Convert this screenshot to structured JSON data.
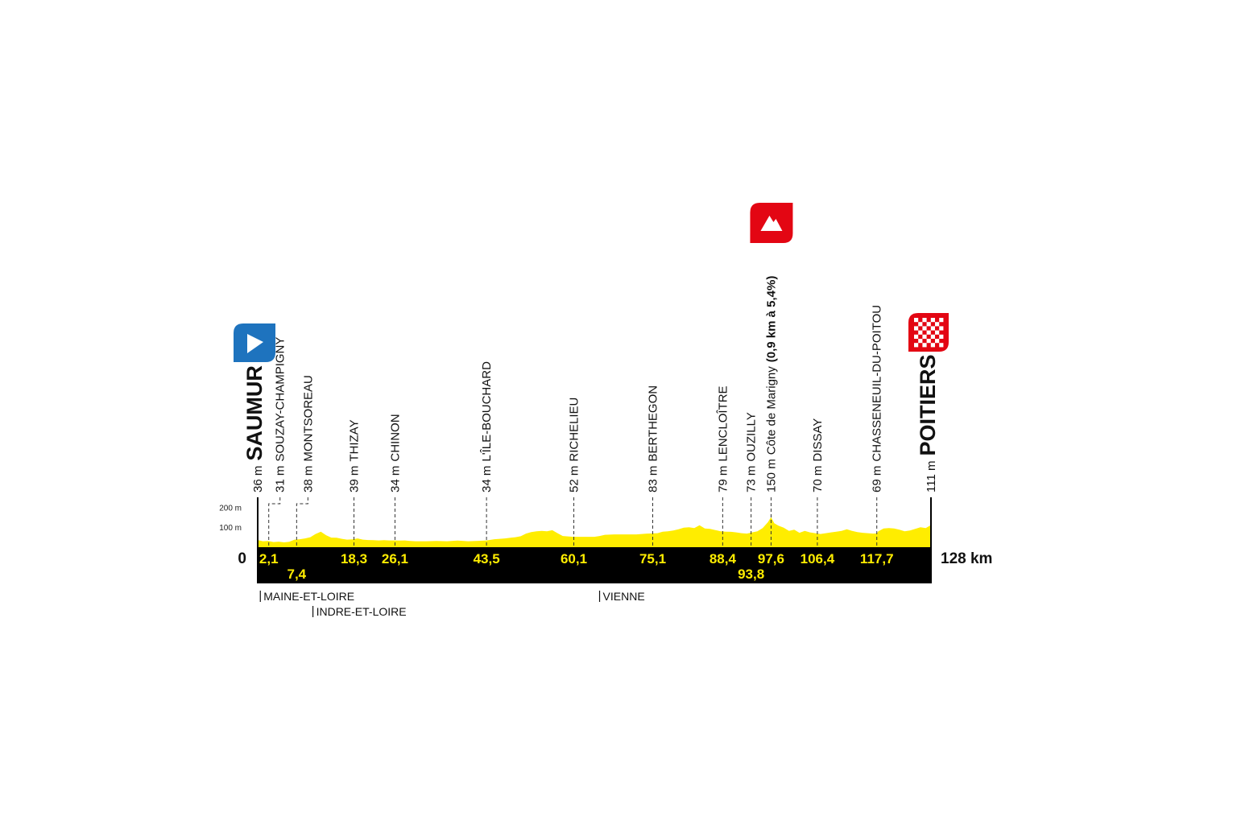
{
  "chart_data": {
    "type": "area",
    "xlim": [
      0,
      128
    ],
    "ylim": [
      0,
      200
    ],
    "xunit": "km",
    "y_ticks": [
      {
        "value": 200,
        "label": "200 m"
      },
      {
        "value": 100,
        "label": "100 m"
      }
    ],
    "x_start_label": "0",
    "x_end_label": "128 km",
    "colors": {
      "profile": "#ffed00",
      "bar": "#000000",
      "km_label": "#ffed00",
      "start_flag": "#1e73be",
      "climb_flag": "#e30613",
      "finish_flag": "#e30613"
    },
    "start": {
      "km": 0,
      "alt_label": "36 m",
      "name": "SAUMUR",
      "icon": "start-flag-icon"
    },
    "finish": {
      "km": 128,
      "alt_label": "111 m",
      "name": "POITIERS",
      "icon": "finish-flag-icon"
    },
    "waypoints": [
      {
        "km": 2.1,
        "km_label": "2,1",
        "alt_label": "31 m",
        "name": "SOUZAY-CHAMPIGNY",
        "elbow": true
      },
      {
        "km": 7.4,
        "km_label": "7,4",
        "alt_label": "38 m",
        "name": "MONTSOREAU",
        "elbow": true
      },
      {
        "km": 18.3,
        "km_label": "18,3",
        "alt_label": "39 m",
        "name": "THIZAY"
      },
      {
        "km": 26.1,
        "km_label": "26,1",
        "alt_label": "34 m",
        "name": "CHINON"
      },
      {
        "km": 43.5,
        "km_label": "43,5",
        "alt_label": "34 m",
        "name": "L'ÎLE-BOUCHARD"
      },
      {
        "km": 60.1,
        "km_label": "60,1",
        "alt_label": "52 m",
        "name": "RICHELIEU"
      },
      {
        "km": 75.1,
        "km_label": "75,1",
        "alt_label": "83 m",
        "name": "BERTHEGON"
      },
      {
        "km": 88.4,
        "km_label": "88,4",
        "alt_label": "79 m",
        "name": "LENCLOÎTRE"
      },
      {
        "km": 93.8,
        "km_label": "93,8",
        "alt_label": "73 m",
        "name": "OUZILLY"
      },
      {
        "km": 97.6,
        "km_label": "97,6",
        "alt_label": "150 m",
        "name": "Côte de Marigny",
        "climb_detail": "(0,9 km à 5,4%)",
        "climb": true
      },
      {
        "km": 106.4,
        "km_label": "106,4",
        "alt_label": "70 m",
        "name": "DISSAY"
      },
      {
        "km": 117.7,
        "km_label": "117,7",
        "alt_label": "69 m",
        "name": "CHASSENEUIL-DU-POITOU"
      }
    ],
    "climb_icon": "mountain-icon",
    "regions": [
      {
        "km": 0.5,
        "label": "MAINE-ET-LOIRE",
        "row": 1
      },
      {
        "km": 10.5,
        "label": "INDRE-ET-LOIRE",
        "row": 2
      },
      {
        "km": 65,
        "label": "VIENNE",
        "row": 1
      }
    ],
    "profile": [
      [
        0,
        36
      ],
      [
        1,
        30
      ],
      [
        2,
        31
      ],
      [
        3,
        26
      ],
      [
        4,
        28
      ],
      [
        5,
        24
      ],
      [
        6,
        27
      ],
      [
        7,
        38
      ],
      [
        8,
        40
      ],
      [
        9,
        44
      ],
      [
        10,
        50
      ],
      [
        11,
        66
      ],
      [
        12,
        78
      ],
      [
        13,
        60
      ],
      [
        14,
        48
      ],
      [
        15,
        47
      ],
      [
        16,
        42
      ],
      [
        17,
        38
      ],
      [
        18,
        39
      ],
      [
        19,
        44
      ],
      [
        20,
        38
      ],
      [
        21,
        36
      ],
      [
        22,
        35
      ],
      [
        23,
        34
      ],
      [
        24,
        35
      ],
      [
        25,
        34
      ],
      [
        26,
        34
      ],
      [
        27,
        33
      ],
      [
        28,
        34
      ],
      [
        29,
        31
      ],
      [
        30,
        30
      ],
      [
        32,
        30
      ],
      [
        34,
        31
      ],
      [
        36,
        30
      ],
      [
        38,
        33
      ],
      [
        40,
        30
      ],
      [
        42,
        32
      ],
      [
        43.5,
        34
      ],
      [
        45,
        40
      ],
      [
        47,
        44
      ],
      [
        49,
        50
      ],
      [
        50,
        55
      ],
      [
        51,
        68
      ],
      [
        52,
        76
      ],
      [
        53,
        80
      ],
      [
        54,
        82
      ],
      [
        55,
        80
      ],
      [
        56,
        85
      ],
      [
        57,
        70
      ],
      [
        58,
        56
      ],
      [
        59,
        54
      ],
      [
        60,
        52
      ],
      [
        62,
        52
      ],
      [
        64,
        52
      ],
      [
        65,
        56
      ],
      [
        66,
        62
      ],
      [
        68,
        64
      ],
      [
        70,
        64
      ],
      [
        72,
        64
      ],
      [
        74,
        68
      ],
      [
        76,
        70
      ],
      [
        77,
        78
      ],
      [
        78,
        80
      ],
      [
        79,
        84
      ],
      [
        80,
        90
      ],
      [
        81,
        98
      ],
      [
        82,
        100
      ],
      [
        83,
        96
      ],
      [
        84,
        110
      ],
      [
        85,
        94
      ],
      [
        86,
        92
      ],
      [
        87,
        86
      ],
      [
        88,
        80
      ],
      [
        89,
        78
      ],
      [
        90,
        77
      ],
      [
        91,
        74
      ],
      [
        92,
        70
      ],
      [
        93,
        68
      ],
      [
        94,
        74
      ],
      [
        95,
        80
      ],
      [
        96,
        96
      ],
      [
        97,
        125
      ],
      [
        97.6,
        150
      ],
      [
        98.2,
        120
      ],
      [
        99,
        108
      ],
      [
        100,
        98
      ],
      [
        101,
        82
      ],
      [
        102,
        88
      ],
      [
        103,
        72
      ],
      [
        104,
        82
      ],
      [
        105,
        74
      ],
      [
        106,
        70
      ],
      [
        107,
        66
      ],
      [
        108,
        70
      ],
      [
        109,
        74
      ],
      [
        110,
        78
      ],
      [
        111,
        82
      ],
      [
        112,
        90
      ],
      [
        113,
        82
      ],
      [
        114,
        76
      ],
      [
        115,
        72
      ],
      [
        116,
        70
      ],
      [
        117,
        68
      ],
      [
        117.7,
        69
      ],
      [
        118,
        80
      ],
      [
        119,
        94
      ],
      [
        120,
        96
      ],
      [
        121,
        94
      ],
      [
        122,
        88
      ],
      [
        123,
        80
      ],
      [
        124,
        84
      ],
      [
        125,
        92
      ],
      [
        126,
        100
      ],
      [
        127,
        96
      ],
      [
        128,
        111
      ]
    ]
  }
}
